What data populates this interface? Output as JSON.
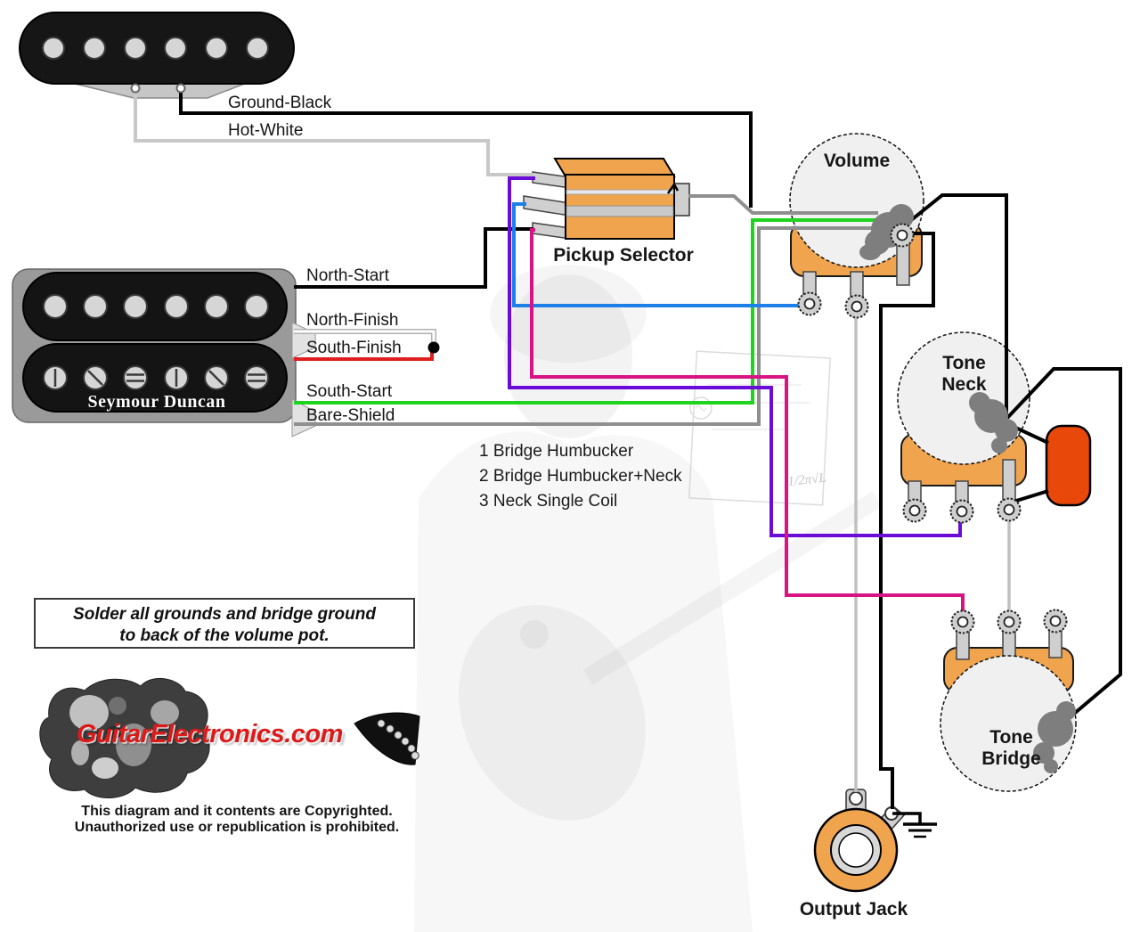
{
  "diagram": {
    "neck_pickup": {
      "ground_label": "Ground-Black",
      "hot_label": "Hot-White"
    },
    "bridge_pickup": {
      "brand": "Seymour Duncan",
      "north_start": "North-Start",
      "north_finish": "North-Finish",
      "south_finish": "South-Finish",
      "south_start": "South-Start",
      "bare_shield": "Bare-Shield"
    },
    "selector": {
      "label": "Pickup Selector",
      "positions": [
        "1 Bridge Humbucker",
        "2 Bridge Humbucker+Neck",
        "3 Neck Single Coil"
      ]
    },
    "volume_pot": {
      "label": "Volume"
    },
    "tone_neck_pot": {
      "label_line1": "Tone",
      "label_line2": "Neck"
    },
    "tone_bridge_pot": {
      "label_line1": "Tone",
      "label_line2": "Bridge"
    },
    "output_jack": {
      "label": "Output Jack"
    },
    "note": {
      "line1": "Solder all grounds and bridge ground",
      "line2": "to back of the volume pot."
    },
    "watermark": {
      "formula": "1/2π√L"
    },
    "footer": {
      "logo_text": "GuitarElectronics.com",
      "copyright_line1": "This diagram and it contents are Copyrighted.",
      "copyright_line2": "Unauthorized use or republication is prohibited."
    },
    "colors": {
      "wire_black": "#000000",
      "wire_hot_white": "#c8c8c8",
      "wire_white": "#ffffff",
      "wire_white_outline": "#b0b0b0",
      "wire_gray": "#8f8f8f",
      "wire_light_gray": "#c0c0c0",
      "wire_red": "#df1f1f",
      "wire_green": "#1ed41e",
      "wire_blue": "#1d7fe8",
      "wire_purple": "#6a0bd8",
      "wire_pink": "#d81485",
      "pot_base_orange": "#f0a44e",
      "pot_face": "#f0f0f0",
      "capacitor_orange": "#e8490b",
      "solder_gray": "#7e7e7e",
      "logo_red": "#dd1a1a"
    }
  }
}
